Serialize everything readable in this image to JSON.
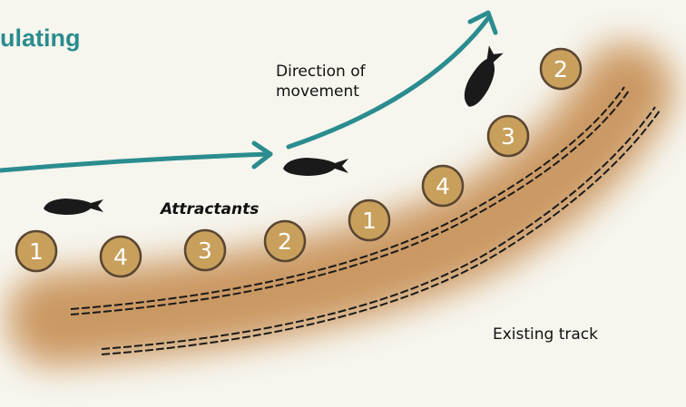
{
  "title": "ulating",
  "labels": {
    "direction": [
      "Direction of",
      "movement"
    ],
    "attractants": "Attractants",
    "existing_track": "Existing track"
  },
  "badges": [
    "1",
    "4",
    "3",
    "2",
    "1",
    "4",
    "3",
    "2"
  ],
  "icons": {
    "animal": "grazing-animal-silhouette-icon",
    "arrow": "direction-arrow-icon"
  },
  "colors": {
    "background": "#f6f5ee",
    "title": "#2a8c8e",
    "arrow": "#2a8c8e",
    "badge_fill": "#c8a05c",
    "badge_stroke": "#5a4632",
    "track": "#b8742e",
    "animal": "#1a1a1a"
  }
}
